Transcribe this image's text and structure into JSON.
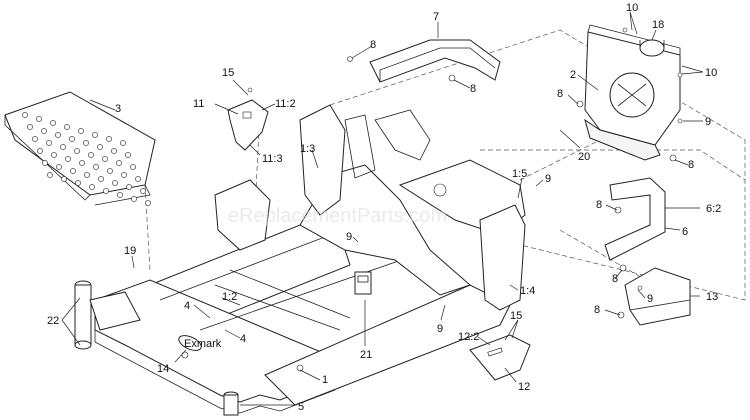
{
  "watermark": "eReplacementParts.com",
  "logo_text": "Exmark",
  "callouts": [
    {
      "id": "c-7",
      "text": "7"
    },
    {
      "id": "c-10a",
      "text": "10"
    },
    {
      "id": "c-18",
      "text": "18"
    },
    {
      "id": "c-8a",
      "text": "8"
    },
    {
      "id": "c-10b",
      "text": "10"
    },
    {
      "id": "c-15a",
      "text": "15"
    },
    {
      "id": "c-2",
      "text": "2"
    },
    {
      "id": "c-8b",
      "text": "8"
    },
    {
      "id": "c-11",
      "text": "11"
    },
    {
      "id": "c-11-2",
      "text": "11:2"
    },
    {
      "id": "c-3",
      "text": "3"
    },
    {
      "id": "c-8c",
      "text": "8"
    },
    {
      "id": "c-9a",
      "text": "9"
    },
    {
      "id": "c-11-3",
      "text": "11:3"
    },
    {
      "id": "c-1-3",
      "text": "1:3"
    },
    {
      "id": "c-20",
      "text": "20"
    },
    {
      "id": "c-8d",
      "text": "8"
    },
    {
      "id": "c-1-5",
      "text": "1:5"
    },
    {
      "id": "c-9b",
      "text": "9"
    },
    {
      "id": "c-8e",
      "text": "8"
    },
    {
      "id": "c-6-2",
      "text": "6:2"
    },
    {
      "id": "c-9c",
      "text": "9"
    },
    {
      "id": "c-6",
      "text": "6"
    },
    {
      "id": "c-19",
      "text": "19"
    },
    {
      "id": "c-8f",
      "text": "8"
    },
    {
      "id": "c-1-4",
      "text": "1:4"
    },
    {
      "id": "c-9d",
      "text": "9"
    },
    {
      "id": "c-13",
      "text": "13"
    },
    {
      "id": "c-4a",
      "text": "4"
    },
    {
      "id": "c-1-2",
      "text": "1:2"
    },
    {
      "id": "c-22",
      "text": "22"
    },
    {
      "id": "c-8g",
      "text": "8"
    },
    {
      "id": "c-9e",
      "text": "9"
    },
    {
      "id": "c-15b",
      "text": "15"
    },
    {
      "id": "c-4b",
      "text": "4"
    },
    {
      "id": "c-12-2",
      "text": "12:2"
    },
    {
      "id": "c-21",
      "text": "21"
    },
    {
      "id": "c-14",
      "text": "14"
    },
    {
      "id": "c-1",
      "text": "1"
    },
    {
      "id": "c-12",
      "text": "12"
    },
    {
      "id": "c-5",
      "text": "5"
    }
  ]
}
